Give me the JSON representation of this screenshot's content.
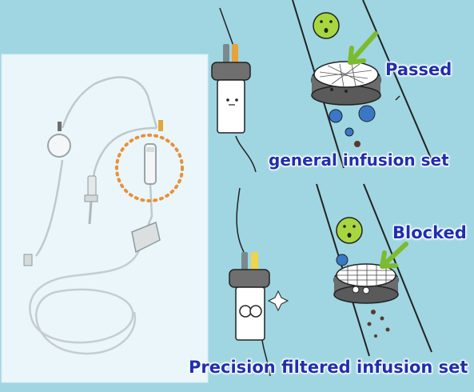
{
  "labels": {
    "passed": "Passed",
    "general": "general infusion set",
    "blocked": "Blocked",
    "precision": "Precision filtered infusion set"
  },
  "colors": {
    "background": "#9fd6e2",
    "panel": "#e9f6f9",
    "label_text": "#1f2fb0",
    "arrow_green": "#7dbb2e",
    "highlight_circle": "#e8903a"
  },
  "icons": [
    "infusion-set-photo",
    "filter-mesh-icon",
    "particle-smiley-icon",
    "drip-chamber-character-icon",
    "green-arrow-icon"
  ]
}
